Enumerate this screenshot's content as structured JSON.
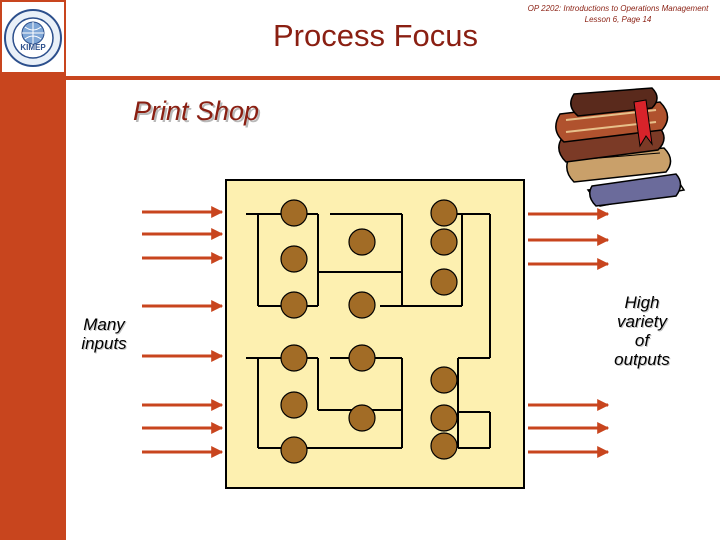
{
  "slide": {
    "title": "Process Focus",
    "course_note_line1": "OP 2202: Introductions to Operations Management",
    "course_note_line2": "Lesson 6, Page 14",
    "subtitle": "Print Shop"
  },
  "logo": {
    "icon": "kimep-seal-icon",
    "text": "KIMEP"
  },
  "diagram": {
    "left_label": [
      "Many",
      "inputs"
    ],
    "right_label": [
      "High",
      "variety",
      "of",
      "outputs"
    ]
  },
  "colors": {
    "accent": "#c8451e",
    "title": "#8a1f12",
    "panel": "#fdf0b0",
    "node": "#a26c26",
    "arrow": "#c8451e"
  }
}
